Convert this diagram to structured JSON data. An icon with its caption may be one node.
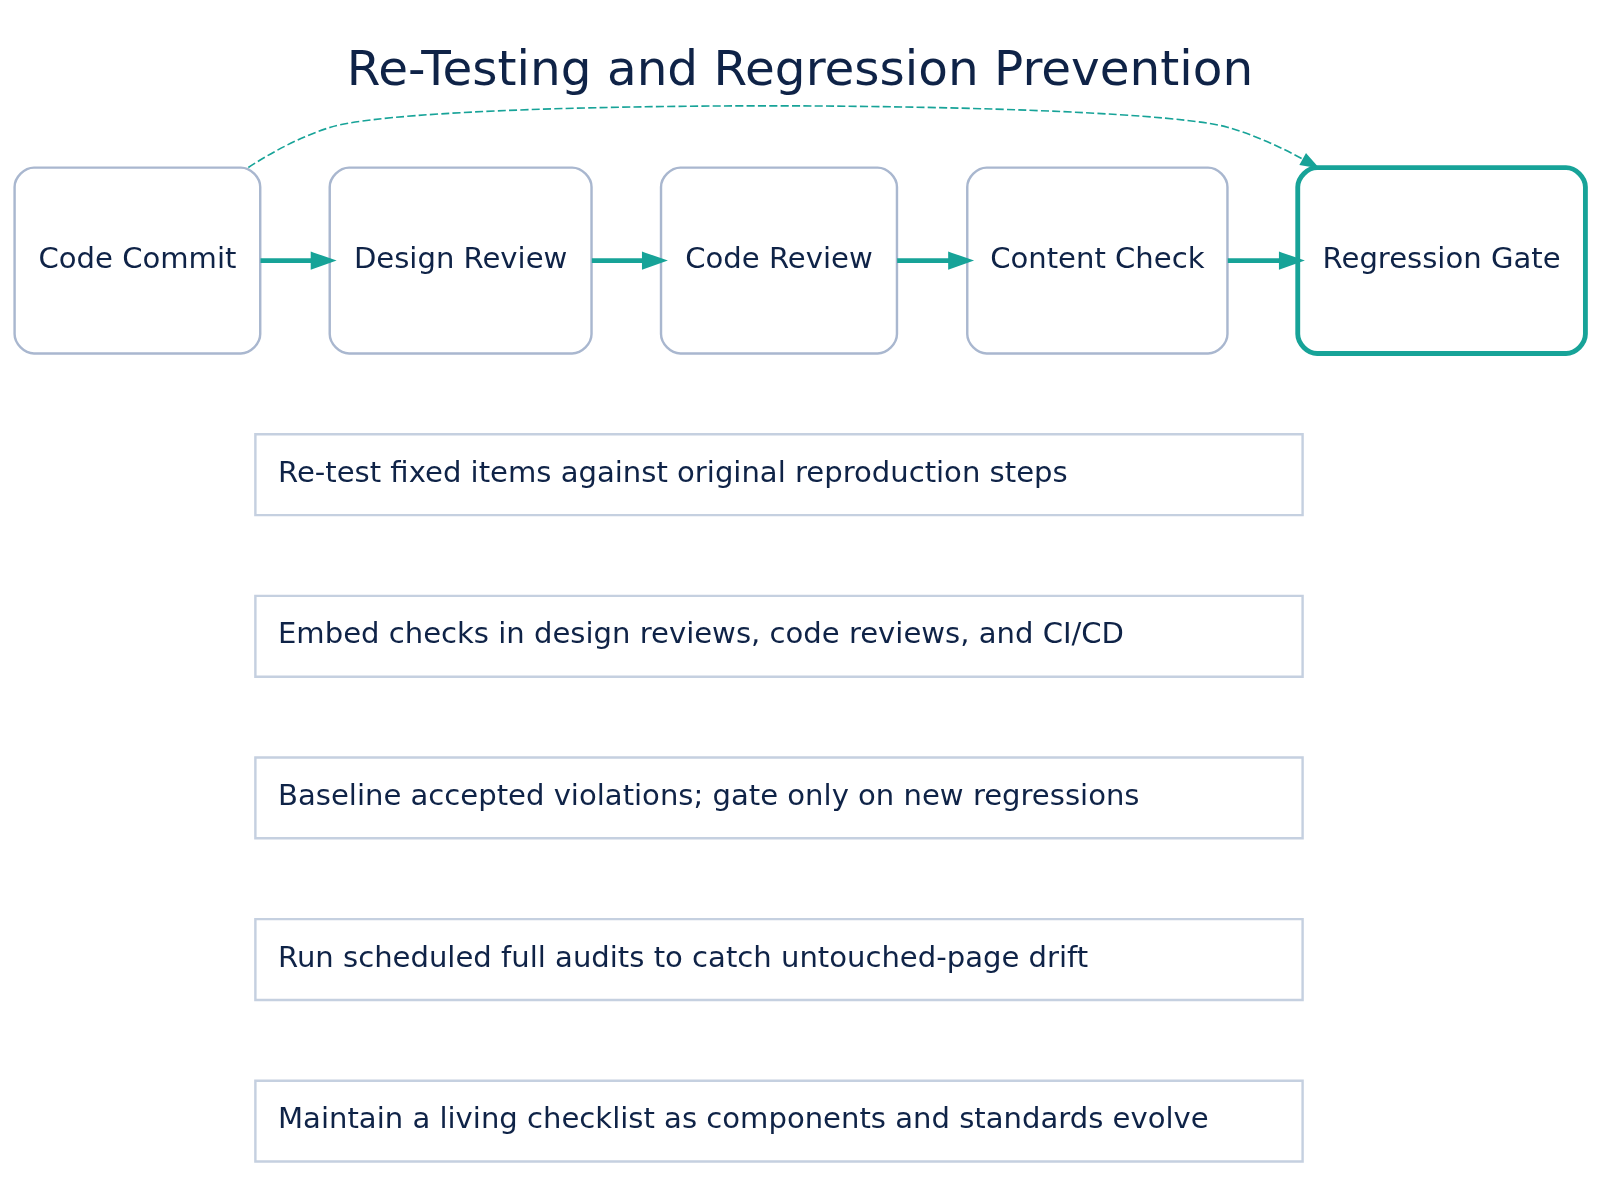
{
  "diagram": {
    "title": "Re-Testing and Regression Prevention",
    "nodes": [
      {
        "text": [
          "Code Commit"
        ]
      },
      {
        "text": [
          "Design Review"
        ]
      },
      {
        "text": [
          "Code Review"
        ]
      },
      {
        "text": [
          "Content Check"
        ]
      },
      {
        "text": [
          "Regression Gate"
        ]
      }
    ],
    "edges": [
      {
        "from": 0,
        "to": 1,
        "arrow": "to"
      },
      {
        "from": 1,
        "to": 2,
        "arrow": "to"
      },
      {
        "from": 2,
        "to": 3,
        "arrow": "to"
      },
      {
        "from": 3,
        "to": 4,
        "arrow": "to"
      },
      {
        "from": 0,
        "to": 4,
        "arrow": "to",
        "style": "dashed"
      }
    ],
    "labels": [
      "Re-test fixed items against original reproduction steps",
      "Embed checks in design reviews, code reviews, and CI/CD",
      "Baseline accepted violations; gate only on new regressions",
      "Run scheduled full audits to catch untouched-page drift",
      "Maintain a living checklist as components and standards evolve"
    ]
  }
}
